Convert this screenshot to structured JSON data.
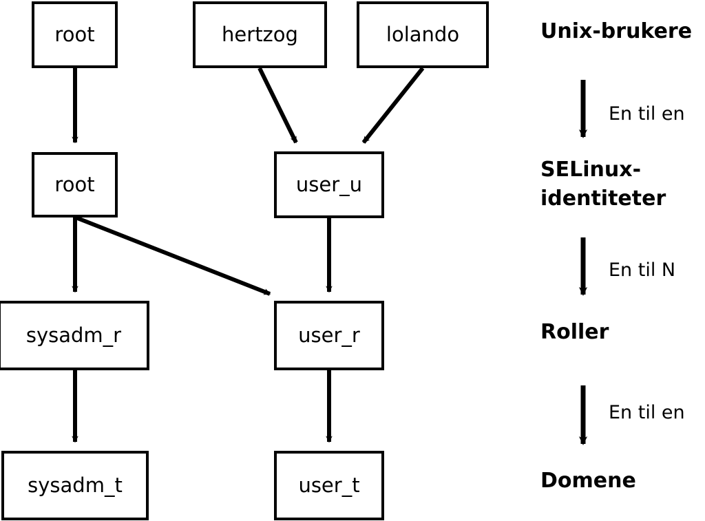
{
  "diagram": {
    "title_hidden": "",
    "background_color": "#ffffff",
    "stroke_color": "#000000",
    "nodes": [
      {
        "id": "unix-root",
        "label": "root",
        "layer": "unix-users"
      },
      {
        "id": "unix-hertzog",
        "label": "hertzog",
        "layer": "unix-users"
      },
      {
        "id": "unix-lolando",
        "label": "lolando",
        "layer": "unix-users"
      },
      {
        "id": "seid-root",
        "label": "root",
        "layer": "selinux-identities"
      },
      {
        "id": "seid-user_u",
        "label": "user_u",
        "layer": "selinux-identities"
      },
      {
        "id": "role-sysadm_r",
        "label": "sysadm_r",
        "layer": "roles"
      },
      {
        "id": "role-user_r",
        "label": "user_r",
        "layer": "roles"
      },
      {
        "id": "dom-sysadm_t",
        "label": "sysadm_t",
        "layer": "domains"
      },
      {
        "id": "dom-user_t",
        "label": "user_t",
        "layer": "domains"
      }
    ],
    "edges": [
      {
        "from": "unix-root",
        "to": "seid-root"
      },
      {
        "from": "unix-hertzog",
        "to": "seid-user_u"
      },
      {
        "from": "unix-lolando",
        "to": "seid-user_u"
      },
      {
        "from": "seid-root",
        "to": "role-sysadm_r"
      },
      {
        "from": "seid-root",
        "to": "role-user_r"
      },
      {
        "from": "seid-user_u",
        "to": "role-user_r"
      },
      {
        "from": "role-sysadm_r",
        "to": "dom-sysadm_t"
      },
      {
        "from": "role-user_r",
        "to": "dom-user_t"
      }
    ]
  },
  "legend": {
    "layers": [
      {
        "id": "unix-users",
        "label": "Unix-brukere"
      },
      {
        "id": "selinux-identities",
        "label_line1": "SELinux-",
        "label_line2": "identiteter"
      },
      {
        "id": "roles",
        "label": "Roller"
      },
      {
        "id": "domains",
        "label": "Domene"
      }
    ],
    "relations": [
      {
        "id": "unix-to-identity",
        "label": "En til en"
      },
      {
        "id": "identity-to-role",
        "label": "En til N"
      },
      {
        "id": "role-to-domain",
        "label": "En til en"
      }
    ]
  }
}
